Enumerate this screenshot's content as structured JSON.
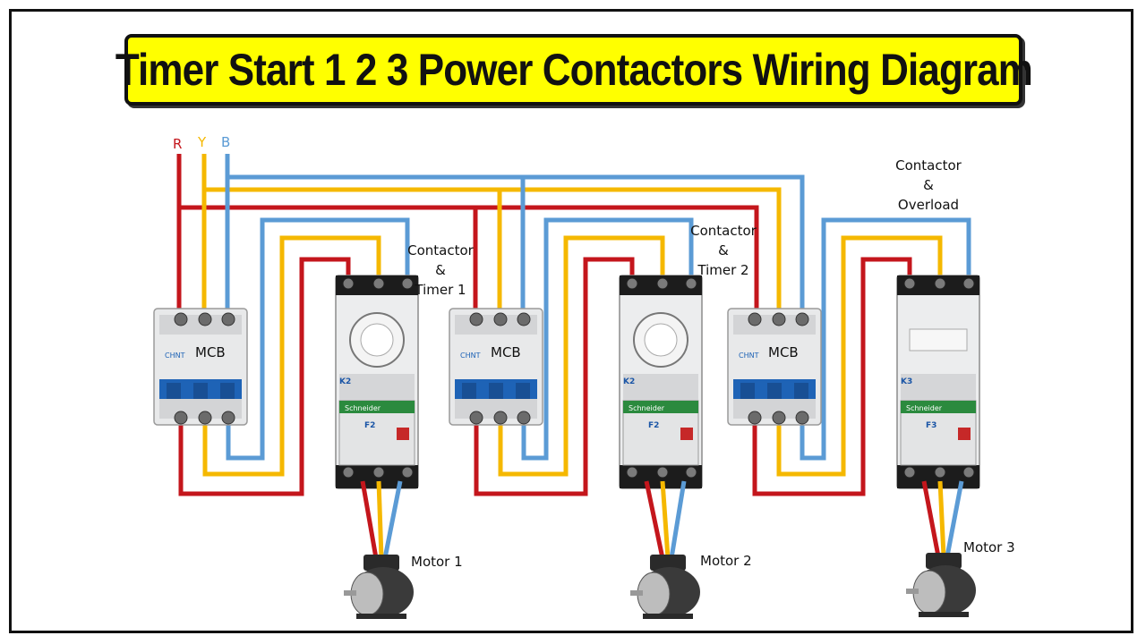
{
  "title": "Timer Start 1 2 3 Power Contactors Wiring Diagram",
  "phases": {
    "r": "R",
    "y": "Y",
    "b": "B"
  },
  "colors": {
    "r": "#c4161c",
    "y": "#f5b800",
    "b": "#5b9bd5",
    "banner": "#ffff00"
  },
  "mcb_label": "MCB",
  "units": [
    {
      "contactor_lines": [
        "Contactor",
        "&",
        "Timer 1"
      ],
      "contactor_tag": "K2",
      "overload_tag": "F2",
      "motor": "Motor 1"
    },
    {
      "contactor_lines": [
        "Contactor",
        "&",
        "Timer 2"
      ],
      "contactor_tag": "K2",
      "overload_tag": "F2",
      "motor": "Motor 2"
    },
    {
      "contactor_lines": [
        "Contactor",
        "&",
        "Overload"
      ],
      "contactor_tag": "K3",
      "overload_tag": "F3",
      "motor": "Motor 3"
    }
  ],
  "device_brands": {
    "mcb": "CHNT",
    "contactor": "Schneider"
  }
}
